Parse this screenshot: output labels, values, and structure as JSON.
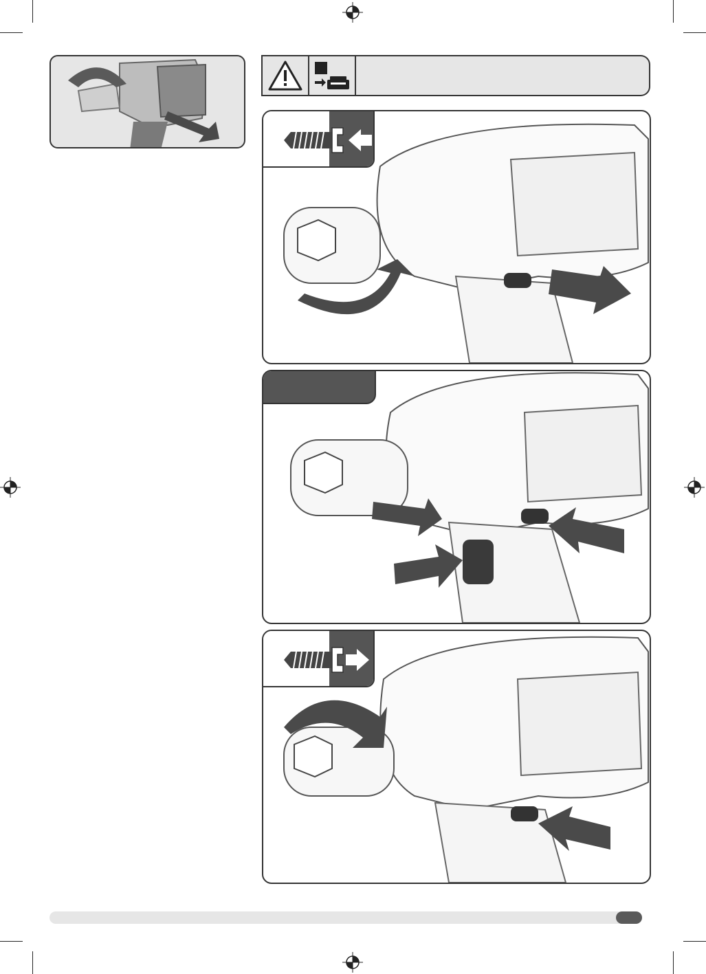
{
  "page": {
    "icons": {
      "registration_mark": "registration-crosshair-icon",
      "warning": "warning-triangle-icon",
      "battery": "remove-battery-icon",
      "tighten": "screw-tighten-icon",
      "loosen": "screw-loosen-icon"
    },
    "colors": {
      "frame": "#333333",
      "light_fill": "#e6e6e6",
      "dark_fill": "#555555",
      "arrow_fill": "#4a4a4a"
    },
    "panels": [
      {
        "id": "tighten",
        "mode_icon": "screw-tighten-icon"
      },
      {
        "id": "lock",
        "mode_icon": ""
      },
      {
        "id": "loosen",
        "mode_icon": "screw-loosen-icon"
      }
    ]
  }
}
